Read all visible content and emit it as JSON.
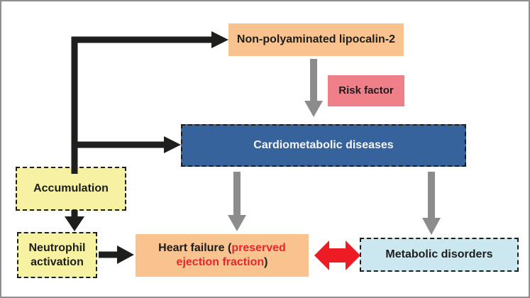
{
  "diagram": {
    "title": "Lipocalin-2 cardiometabolic flowchart",
    "nodes": {
      "lipocalin": {
        "label": "Non-polyaminated lipocalin-2",
        "fill": "#F9C38F"
      },
      "risk_factor": {
        "label": "Risk factor",
        "fill": "#EF8089"
      },
      "cardiometabolic": {
        "label": "Cardiometabolic diseases",
        "fill": "#36639B",
        "text_color": "#FFFFFF"
      },
      "accumulation": {
        "label": "Accumulation",
        "fill": "#F6F2A2"
      },
      "neutrophil": {
        "label": "Neutrophil activation",
        "fill": "#F6F2A2"
      },
      "heart_failure": {
        "prefix": "Heart failure (",
        "highlight": "preserved ejection fraction",
        "suffix": ")",
        "fill": "#F9C38F",
        "highlight_color": "#E8252C"
      },
      "metabolic": {
        "label": "Metabolic disorders",
        "fill": "#CBE7EF"
      }
    },
    "colors": {
      "black_arrow": "#1e1e1c",
      "gray_arrow": "#8C8C8C",
      "red_arrow": "#ED1C24",
      "dashed_border": "#1d1d1b",
      "frame_border": "#8f8f8f"
    }
  }
}
